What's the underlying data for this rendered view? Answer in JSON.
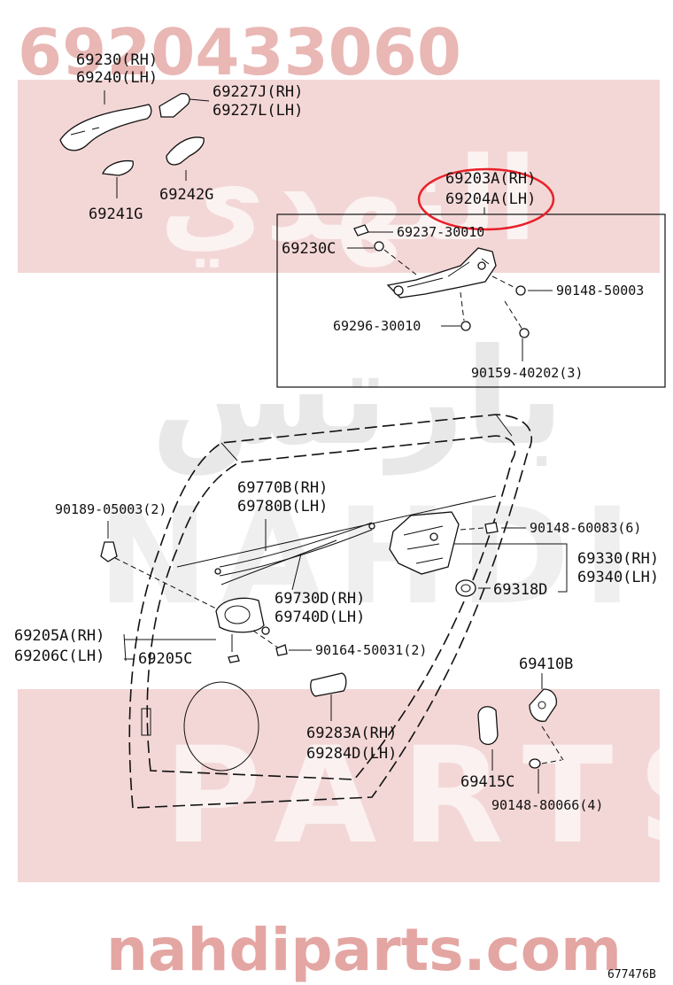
{
  "watermark": {
    "part_number": "6920433060",
    "site": "nahdiparts.com",
    "arabic_top": "النهدي",
    "arabic_middle": "بارتس",
    "latin_middle": "NAHDI",
    "latin_bottom": "PARTS",
    "colors": {
      "band": "#f3d7d6",
      "text": "#e4a6a3",
      "highlight_circle": "#e8202a"
    }
  },
  "labels": {
    "l69230": "69230(RH)",
    "l69240": "69240(LH)",
    "l69227J": "69227J(RH)",
    "l69227L": "69227L(LH)",
    "l69241G": "69241G",
    "l69242G": "69242G",
    "l69203A": "69203A(RH)",
    "l69204A": "69204A(LH)",
    "l69237": "69237-30010",
    "l69230C": "69230C",
    "l90148_50003": "90148-50003",
    "l69296": "69296-30010",
    "l90159": "90159-40202(3)",
    "l69770B": "69770B(RH)",
    "l69780B": "69780B(LH)",
    "l90189": "90189-05003(2)",
    "l90148_60083": "90148-60083(6)",
    "l69330": "69330(RH)",
    "l69340": "69340(LH)",
    "l69318D": "69318D",
    "l69730D": "69730D(RH)",
    "l69740D": "69740D(LH)",
    "l69205A": "69205A(RH)",
    "l69206C": "69206C(LH)",
    "l69205C": "69205C",
    "l90164": "90164-50031(2)",
    "l69410B": "69410B",
    "l69283A": "69283A(RH)",
    "l69284D": "69284D(LH)",
    "l69415C": "69415C",
    "l90148_80066": "90148-80066(4)"
  },
  "illustration_code": "677476B"
}
